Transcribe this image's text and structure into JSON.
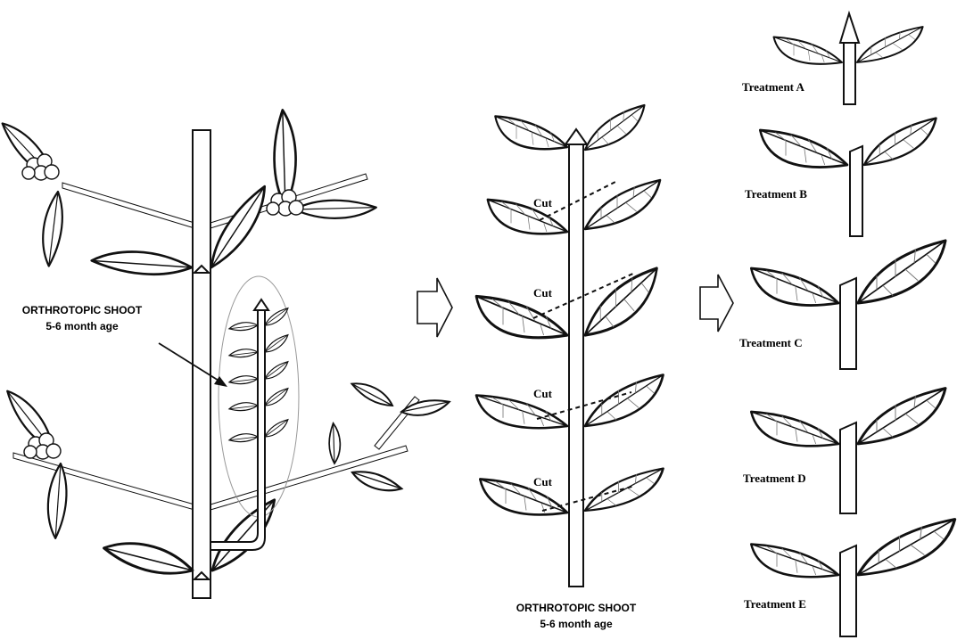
{
  "labels": {
    "left_shoot": [
      "ORTHROTOPIC SHOOT",
      "5-6 month age"
    ],
    "middle_shoot": [
      "ORTHROTOPIC SHOOT",
      "5-6 month age"
    ],
    "cut": "Cut"
  },
  "treatments": [
    "Treatment A",
    "Treatment B",
    "Treatment C",
    "Treatment D",
    "Treatment E"
  ]
}
